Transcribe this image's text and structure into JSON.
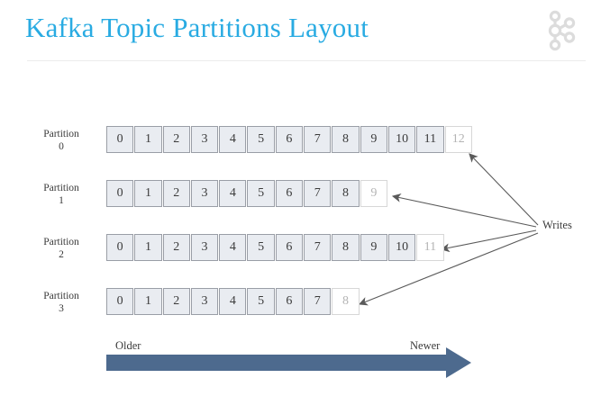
{
  "header": {
    "title": "Kafka Topic Partitions Layout",
    "logo_icon": "kafka-logo-icon",
    "title_color": "#29abe2",
    "divider_color": "#ececec"
  },
  "diagram": {
    "partitions": [
      {
        "name": "Partition",
        "index": "0",
        "filled": [
          "0",
          "1",
          "2",
          "3",
          "4",
          "5",
          "6",
          "7",
          "8",
          "9",
          "10",
          "11"
        ],
        "next": "12"
      },
      {
        "name": "Partition",
        "index": "1",
        "filled": [
          "0",
          "1",
          "2",
          "3",
          "4",
          "5",
          "6",
          "7",
          "8"
        ],
        "next": "9"
      },
      {
        "name": "Partition",
        "index": "2",
        "filled": [
          "0",
          "1",
          "2",
          "3",
          "4",
          "5",
          "6",
          "7",
          "8",
          "9",
          "10"
        ],
        "next": "11"
      },
      {
        "name": "Partition",
        "index": "3",
        "filled": [
          "0",
          "1",
          "2",
          "3",
          "4",
          "5",
          "6",
          "7"
        ],
        "next": "8"
      }
    ],
    "writes_label": "Writes",
    "timeline": {
      "older_label": "Older",
      "newer_label": "Newer",
      "arrow_color": "#4d6a8e"
    },
    "cell_fill_color": "#e9ecf1",
    "cell_border_color": "#9a9ea6",
    "cell_empty_fill_color": "#ffffff",
    "cell_empty_border_color": "#d7d7d7",
    "cell_empty_text_color": "#b4b4b4",
    "connector_color": "#5a5a5a"
  }
}
